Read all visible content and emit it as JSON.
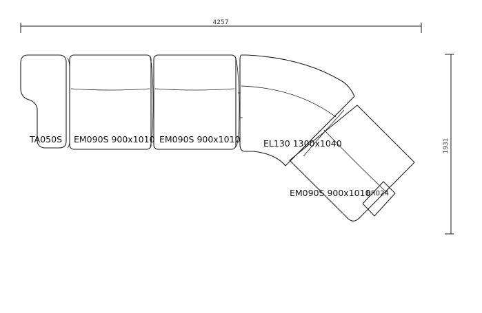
{
  "dimensions": {
    "width_label": "4257",
    "height_label": "1931"
  },
  "modules": [
    {
      "id": "armrest-left",
      "label": "TA050S"
    },
    {
      "id": "seat-1",
      "label": "EM090S 900x1010"
    },
    {
      "id": "seat-2",
      "label": "EM090S 900x1010"
    },
    {
      "id": "corner",
      "label": "EL130 1300x1040"
    },
    {
      "id": "seat-3",
      "label": "EM090S 900x1010"
    },
    {
      "id": "armrest-right",
      "label": "BR024"
    }
  ],
  "colors": {
    "line": "#1a1a1a",
    "background": "#ffffff"
  }
}
